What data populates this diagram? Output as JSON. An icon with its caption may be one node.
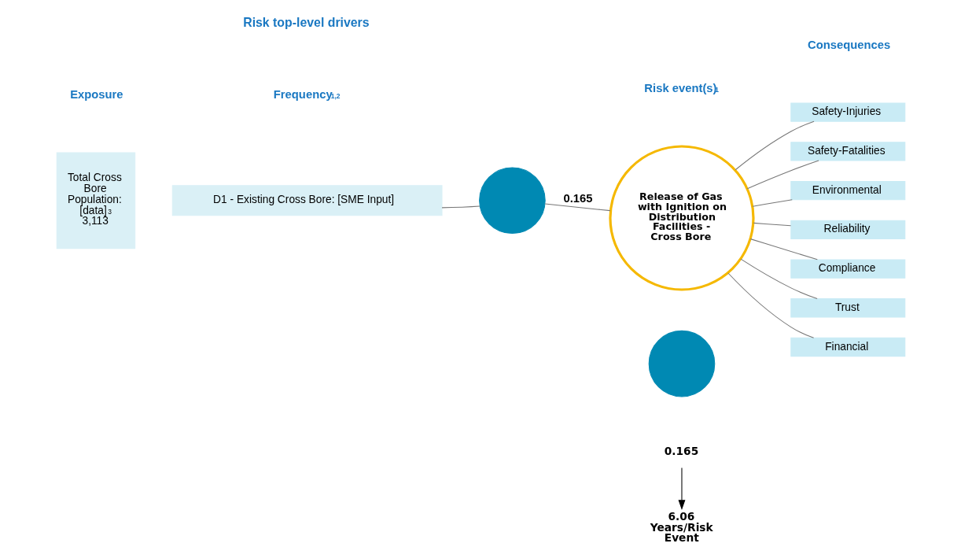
{
  "diagram": {
    "nodes": [
      {
        "text": [
          "Total Cross Bore Population: [data]$^{3}$ 3,113"
        ]
      },
      {
        "text": [
          "D1 - Existing Cross Bore: [SME Input]"
        ]
      },
      {
        "text": [],
        "shape": "circle"
      },
      {
        "text": [
          "Release of Gas with Ignition on Distribution Facilities - Cross Bore"
        ]
      },
      {
        "text": [
          "Safety-Injuries"
        ]
      },
      {
        "text": [
          "Safety-Fatalities"
        ]
      },
      {
        "text": [
          "Environmental"
        ]
      },
      {
        "text": [
          "Reliability"
        ]
      },
      {
        "text": [
          "Compliance"
        ]
      },
      {
        "text": [
          "Trust"
        ]
      },
      {
        "text": [
          "Financial"
        ]
      },
      {
        "text": [],
        "shape": "circle"
      },
      {
        "text": [
          "0.165"
        ]
      },
      {
        "text": [
          "6.06 Years/Risk Event"
        ]
      }
    ],
    "edges": [
      {
        "from": 1,
        "to": 2,
        "arrow": "none"
      },
      {
        "from": 2,
        "to": 3,
        "arrow": "none",
        "label": "0.165"
      },
      {
        "from": 3,
        "to": 4,
        "arrow": "none"
      },
      {
        "from": 3,
        "to": 5,
        "arrow": "none"
      },
      {
        "from": 3,
        "to": 6,
        "arrow": "none"
      },
      {
        "from": 3,
        "to": 7,
        "arrow": "none"
      },
      {
        "from": 3,
        "to": 8,
        "arrow": "none"
      },
      {
        "from": 3,
        "to": 9,
        "arrow": "none"
      },
      {
        "from": 3,
        "to": 10,
        "arrow": "none"
      },
      {
        "from": 12,
        "to": 13,
        "arrow": "to",
        "color": "#000000"
      }
    ],
    "labels": [
      "Risk top-level drivers",
      "Exposure",
      "Frequency$^{1,2}$",
      "Risk event(s)$^{1}$",
      "Consequences"
    ]
  }
}
